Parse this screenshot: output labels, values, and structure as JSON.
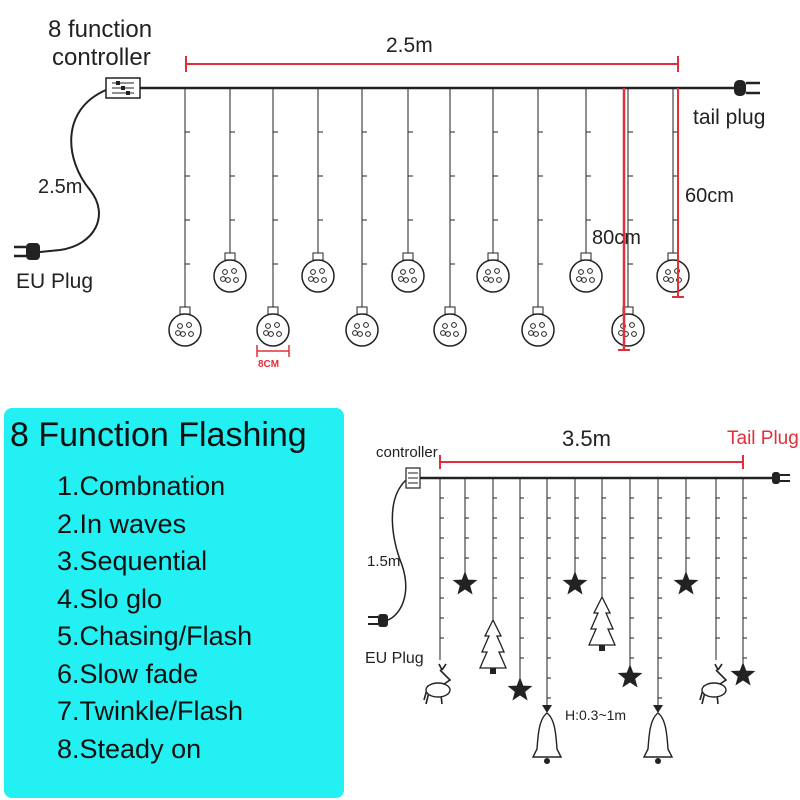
{
  "top_diagram": {
    "controller_label_line1": "8 function",
    "controller_label_line2": "controller",
    "top_length": "2.5m",
    "cable_length": "2.5m",
    "eu_plug": "EU Plug",
    "tail_plug": "tail plug",
    "long_drop": "80cm",
    "short_drop": "60cm",
    "ball_size": "8CM"
  },
  "flash_panel": {
    "title": "8 Function Flashing",
    "modes": [
      "1.Combnation",
      "2.In waves",
      "3.Sequential",
      "4.Slo glo",
      "5.Chasing/Flash",
      "6.Slow fade",
      "7.Twinkle/Flash",
      "8.Steady on"
    ],
    "color": "#23f0f2"
  },
  "bottom_diagram": {
    "controller": "controller",
    "top_length": "3.5m",
    "tail_plug": "Tail Plug",
    "cable_length": "1.5m",
    "eu_plug": "EU Plug",
    "drop_height": "H:0.3~1m"
  },
  "colors": {
    "dimension_red": "#e0303a",
    "line": "#222222"
  }
}
